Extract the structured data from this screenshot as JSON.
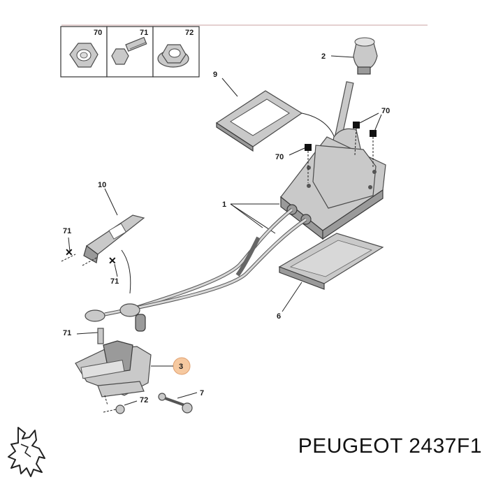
{
  "fasteners": [
    {
      "ref": "70",
      "icon": "nut-icon"
    },
    {
      "ref": "71",
      "icon": "bolt-icon"
    },
    {
      "ref": "72",
      "icon": "flange-nut-icon"
    }
  ],
  "callouts": {
    "c1": "1",
    "c2": "2",
    "c3": "3",
    "c6": "6",
    "c7": "7",
    "c9": "9",
    "c10": "10",
    "c70a": "70",
    "c70b": "70",
    "c71a": "71",
    "c71b": "71",
    "c71c": "71",
    "c72": "72"
  },
  "footer": {
    "brand": "PEUGEOT",
    "part_number": "2437F1"
  },
  "colors": {
    "highlight": "#f6c9a0",
    "part_fill": "#c9c9c9",
    "line": "#222222"
  }
}
